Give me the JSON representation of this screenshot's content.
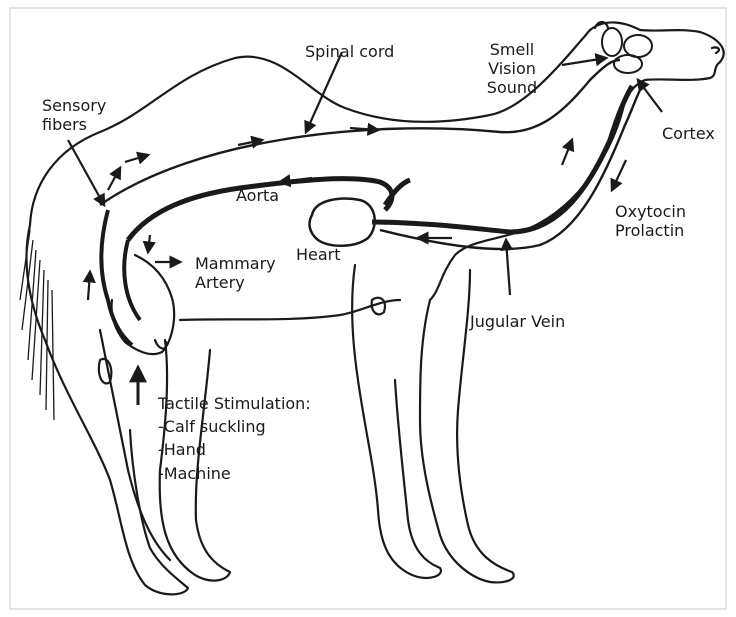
{
  "labels": {
    "spinal_cord": "Spinal cord",
    "sensory_fibers": [
      "Sensory",
      "fibers"
    ],
    "senses": [
      "Smell",
      "Vision",
      "Sound"
    ],
    "cortex": "Cortex",
    "aorta": "Aorta",
    "heart": "Heart",
    "mammary_artery": [
      "Mammary",
      "Artery"
    ],
    "hormones": [
      "Oxytocin",
      "Prolactin"
    ],
    "jugular_vein": "Jugular Vein",
    "tactile_title": "Tactile Stimulation:",
    "tactile_items": [
      "-Calf suckling",
      "-Hand",
      "-Machine"
    ]
  },
  "colors": {
    "ink": "#1a1a1a",
    "background": "#ffffff"
  }
}
